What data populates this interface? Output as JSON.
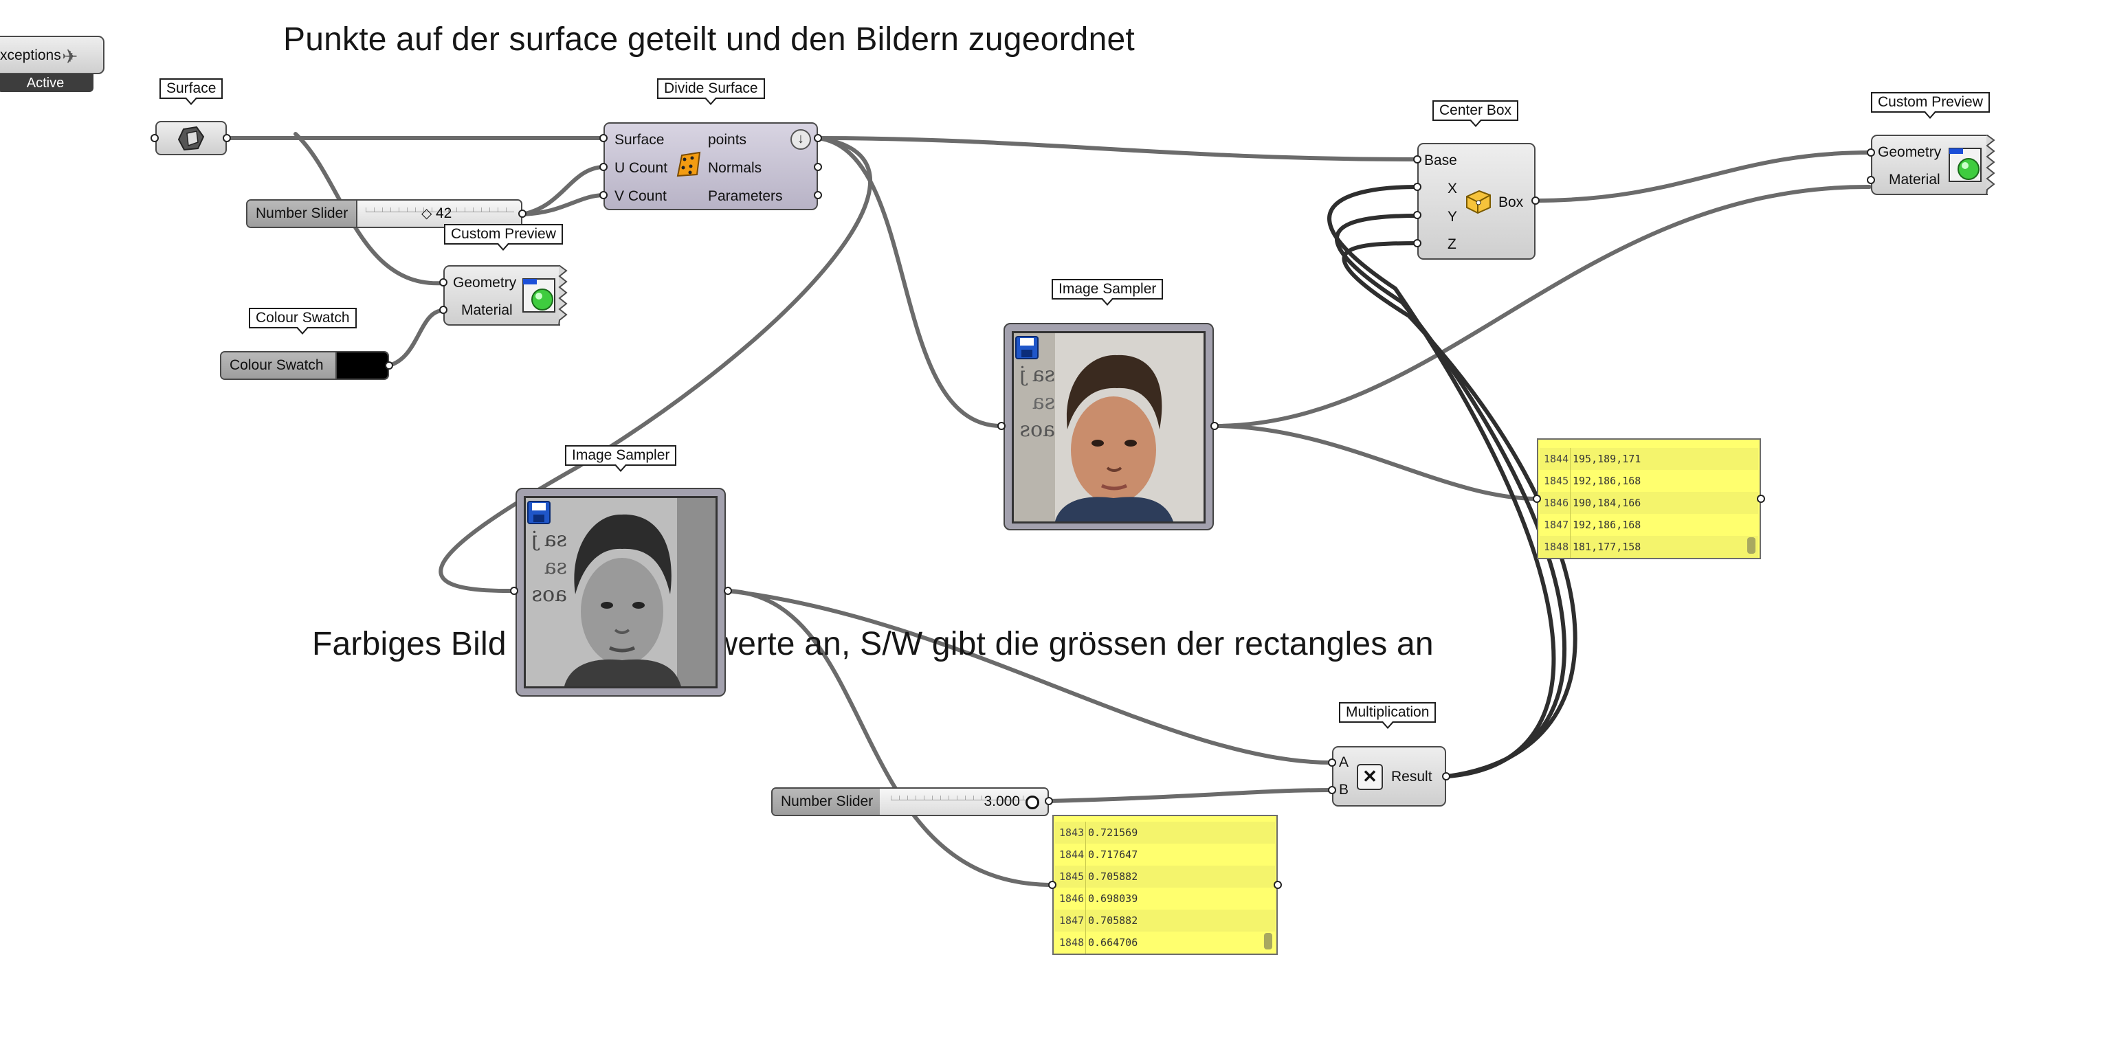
{
  "headings": {
    "top": "Punkte auf der surface geteilt und den Bildern zugeordnet",
    "middle": "Farbiges Bild gibt die RGB werte an, S/W gibt die grössen der rectangles an"
  },
  "exceptions_widget": {
    "label": "xceptions",
    "status": "Active"
  },
  "surface": {
    "tag": "Surface"
  },
  "divide_surface": {
    "tag": "Divide Surface",
    "inputs": [
      "Surface",
      "U Count",
      "V Count"
    ],
    "outputs": [
      "points",
      "Normals",
      "Parameters"
    ]
  },
  "slider_uv": {
    "name": "Number Slider",
    "value": "42"
  },
  "custom_preview_left": {
    "tag": "Custom Preview",
    "inputs": [
      "Geometry",
      "Material"
    ]
  },
  "colour_swatch": {
    "tag": "Colour Swatch",
    "name": "Colour Swatch",
    "color": "#000000"
  },
  "image_sampler_color": {
    "tag": "Image Sampler"
  },
  "image_sampler_bw": {
    "tag": "Image Sampler"
  },
  "center_box": {
    "tag": "Center Box",
    "inputs": [
      "Base",
      "X",
      "Y",
      "Z"
    ],
    "output": "Box"
  },
  "custom_preview_right": {
    "tag": "Custom Preview",
    "inputs": [
      "Geometry",
      "Material"
    ]
  },
  "panel_rgb": {
    "rows": [
      {
        "index": "1844",
        "value": "195,189,171"
      },
      {
        "index": "1845",
        "value": "192,186,168"
      },
      {
        "index": "1846",
        "value": "190,184,166"
      },
      {
        "index": "1847",
        "value": "192,186,168"
      },
      {
        "index": "1848",
        "value": "181,177,158"
      }
    ]
  },
  "multiplication": {
    "tag": "Multiplication",
    "inputs": [
      "A",
      "B"
    ],
    "output": "Result"
  },
  "slider_factor": {
    "name": "Number Slider",
    "value": "3.000"
  },
  "panel_values": {
    "rows": [
      {
        "index": "1843",
        "value": "0.721569"
      },
      {
        "index": "1844",
        "value": "0.717647"
      },
      {
        "index": "1845",
        "value": "0.705882"
      },
      {
        "index": "1846",
        "value": "0.698039"
      },
      {
        "index": "1847",
        "value": "0.705882"
      },
      {
        "index": "1848",
        "value": "0.664706"
      }
    ]
  },
  "colors": {
    "panel": "#ffff6e",
    "wire": "#6b6b6b",
    "component": "#d9d9d9"
  }
}
